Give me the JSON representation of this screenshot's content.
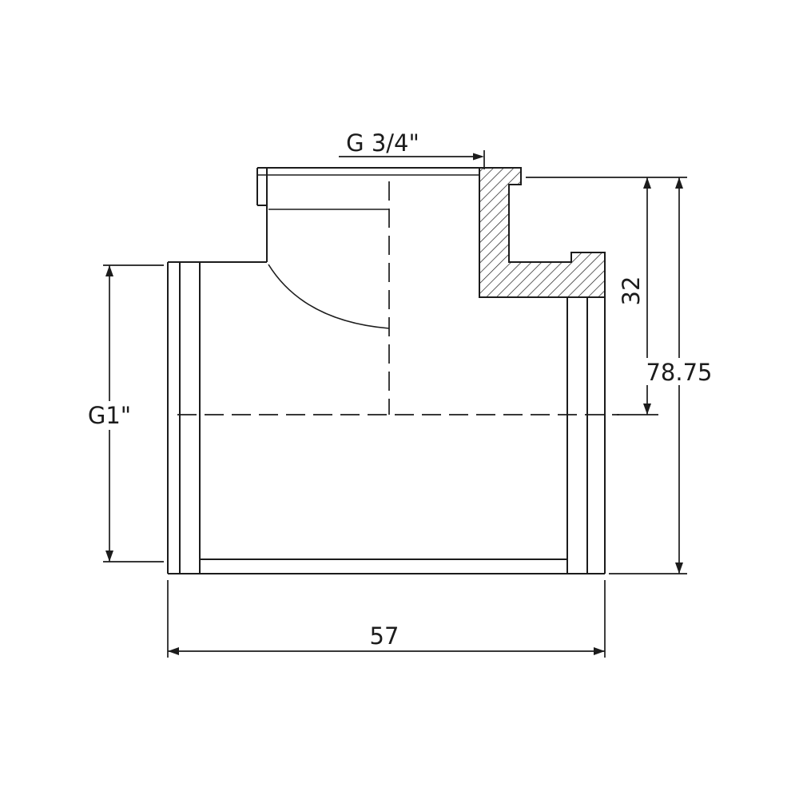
{
  "drawing": {
    "labels": {
      "top_thread": "G 3/4\"",
      "left_thread": "G1\"",
      "right_upper_height": "32",
      "right_total_height": "78.75",
      "bottom_width": "57"
    },
    "colors": {
      "line": "#1c1c1c",
      "background": "#ffffff"
    }
  }
}
